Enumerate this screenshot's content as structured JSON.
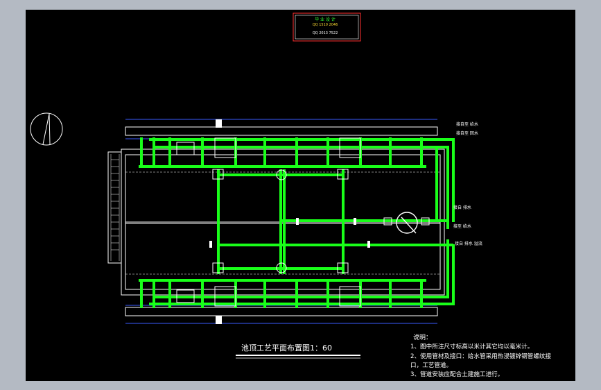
{
  "title_block": {
    "line1": "毕 业 设 计",
    "line2": "QQ 1510 2046",
    "line3": "",
    "line4": "QQ 2013 7522",
    "line5": ""
  },
  "pipe_labels": {
    "right_top_1": "接自至 给水",
    "right_top_2": "接自至 回水",
    "right_mid_1": "接自 排水",
    "right_mid_2": "接至 给水",
    "right_mid_3": "接自 排水 溢流"
  },
  "plan_title": "池顶工艺平面布置图1：60",
  "notes": {
    "heading": "说明：",
    "item1": "1、图中所注尺寸标高以米计其它均以毫米计。",
    "item2": "2、使用管材及接口：给水管采用热浸镀锌钢管螺纹接",
    "item2b": "口，工艺管道。",
    "item3": "3、管道安装应配合土建施工进行。"
  },
  "colors": {
    "background": "#000000",
    "frame": "#b4bac3",
    "pipe": "#19ff19",
    "dimension": "#3a5cff",
    "title_block": "#ff2020"
  }
}
